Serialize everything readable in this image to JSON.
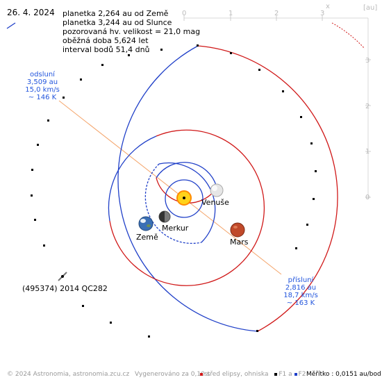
{
  "header": {
    "date": "26. 4. 2024",
    "lines": [
      "planetka 2,264 au od Země",
      "planetka 3,244 au od Slunce",
      "pozorovaná hv. velikost = 21,0 mag",
      "oběžná doba 5,624 let",
      "interval bodů 51,4 dnů"
    ]
  },
  "aphelion": {
    "title": "odsluní",
    "distance": "3,509 au",
    "speed": "15,0 km/s",
    "temp": "~ 146 K"
  },
  "perihelion": {
    "title": "přísluní",
    "distance": "2,816 au",
    "speed": "18,7 km/s",
    "temp": "~ 163 K"
  },
  "object_label": "(495374) 2014 QC282",
  "planets": {
    "venus": "Venuše",
    "mercury": "Merkur",
    "earth": "Země",
    "mars": "Mars"
  },
  "axes": {
    "x_ticks": [
      "0",
      "1",
      "2",
      "3"
    ],
    "x_label": "x",
    "y_ticks": [
      "3",
      "2",
      "1",
      "0"
    ],
    "unit": "[au]"
  },
  "footer": {
    "copyright": "© 2024 Astronomia, astronomia.zcu.cz",
    "rendered": "Vygenerováno za 0,10 s",
    "legend_center": "střed elipsy, ohniska",
    "legend_f1": "F1",
    "legend_and": "a",
    "legend_f2": "F2",
    "scale": "Měřítko : 0,0151 au/bod"
  },
  "colors": {
    "orbit_blue": "#1f3fc8",
    "orbit_red": "#d01818",
    "apsis_line": "#f4a46a",
    "label_blue": "#2255dd"
  }
}
